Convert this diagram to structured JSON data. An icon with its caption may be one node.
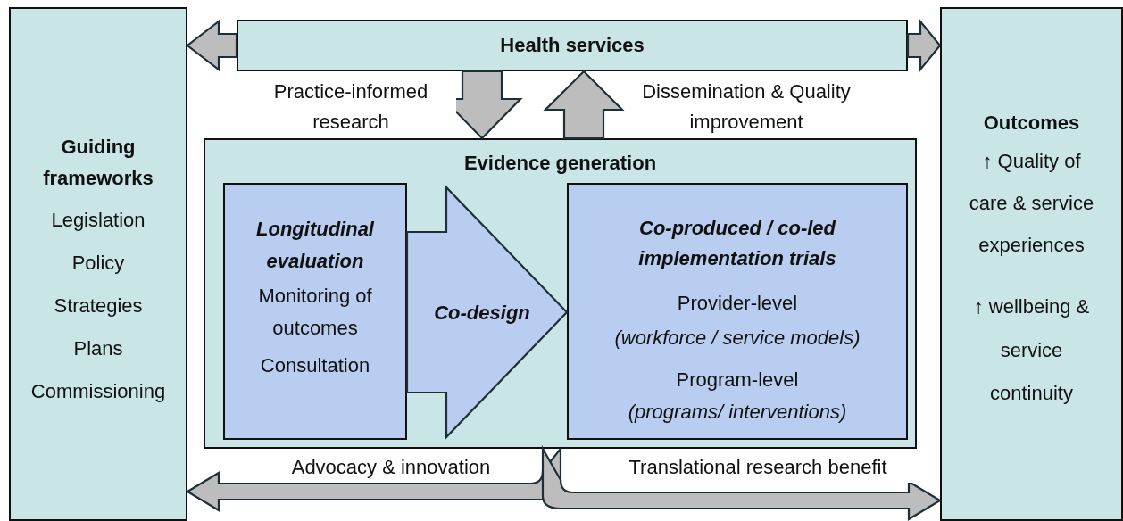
{
  "diagram": {
    "nodes": [
      {
        "text": [
          "Guiding frameworks",
          "Legislation",
          "Policy",
          "Strategies",
          "Plans",
          "Commissioning"
        ]
      },
      {
        "text": [
          "Health services"
        ]
      },
      {
        "text": [
          "Evidence generation"
        ]
      },
      {
        "text": [
          "Longitudinal evaluation",
          "Monitoring of outcomes",
          "Consultation"
        ],
        "in": 2
      },
      {
        "text": [
          "Co-produced / co-led implementation trials",
          "Provider-level *(workforce / service models)*",
          "Program-level *(programs/ interventions)*"
        ],
        "in": 2
      },
      {
        "text": [
          "Outcomes",
          "↑ Quality of care & service experiences",
          "↑ wellbeing & service continuity"
        ]
      }
    ],
    "edges": [
      {
        "from": 1,
        "to": 0,
        "arrow": "to"
      },
      {
        "from": 1,
        "to": 5,
        "arrow": "to"
      },
      {
        "from": 1,
        "to": 2,
        "arrow": "to",
        "label": "Practice-informed research"
      },
      {
        "from": 2,
        "to": 1,
        "arrow": "to",
        "label": "Dissemination & Quality improvement"
      },
      {
        "from": 3,
        "to": 4,
        "arrow": "to",
        "label": "Co-design"
      },
      {
        "from": 2,
        "to": 0,
        "arrow": "to",
        "label": "Advocacy & innovation"
      },
      {
        "from": 2,
        "to": 5,
        "arrow": "to",
        "label": "Translational research benefit"
      }
    ]
  }
}
